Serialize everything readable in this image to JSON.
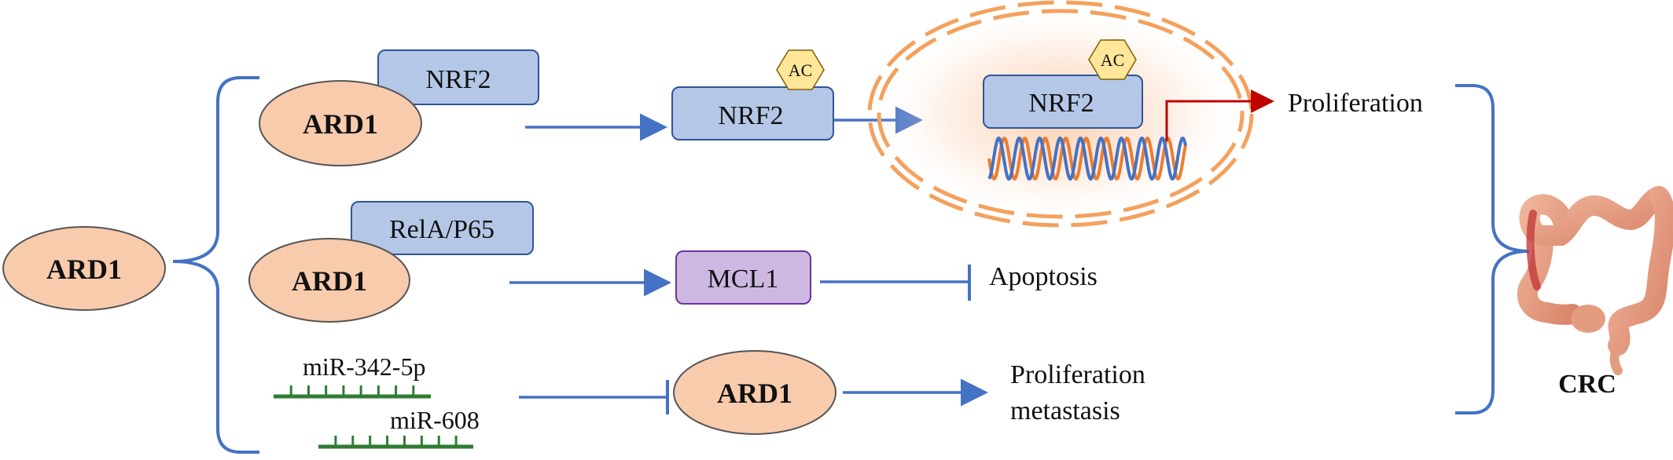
{
  "central": {
    "ard1": "ARD1"
  },
  "row1": {
    "ard1": "ARD1",
    "nrf2": "NRF2",
    "nrf2_acetylated": "NRF2",
    "ac_badge": "AC",
    "nucleus_nrf2": "NRF2",
    "nucleus_ac_badge": "AC",
    "outcome": "Proliferation"
  },
  "row2": {
    "ard1": "ARD1",
    "rela": "RelA/P65",
    "mcl1": "MCL1",
    "outcome": "Apoptosis"
  },
  "row3": {
    "mirna_a": "miR-342-5p",
    "mirna_b": "miR-608",
    "ard1": "ARD1",
    "outcome_line1": "Proliferation",
    "outcome_line2": "metastasis"
  },
  "organ": {
    "label": "CRC",
    "icon": "colon-icon"
  },
  "colors": {
    "ard1_fill": "#F8CBAD",
    "box_fill": "#B4C7E7",
    "box_stroke": "#2F5597",
    "mcl1_fill": "#CDB8E2",
    "ac_fill": "#FFE699",
    "arrow_blue": "#4472C4",
    "arrow_red": "#C00000",
    "nucleus_stroke": "#F4A15D",
    "dna_orange": "#ED7D31",
    "dna_blue": "#4472C4",
    "mirna_green": "#2E7D32",
    "colon_fill": "#E8A286"
  }
}
